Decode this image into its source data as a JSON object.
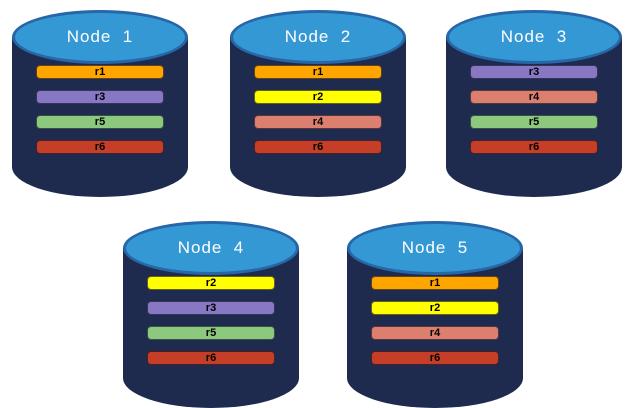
{
  "diagram": {
    "description": "Database replication diagram: five database node cylinders holding replica bars r1-r6",
    "colors": {
      "cylinder_body": "#1e2b4f",
      "cylinder_top_fill": "#3498d4",
      "cylinder_top_border": "#2766a7",
      "node_title_text": "#ffffff",
      "bar_text": "#000000",
      "replicas": {
        "r1": "#ffa500",
        "r2": "#ffff00",
        "r3": "#8878c3",
        "r4": "#dd7f6e",
        "r5": "#8cc87e",
        "r6": "#c53e28"
      }
    },
    "nodes": [
      {
        "label": "Node  1",
        "bars": [
          {
            "label": "r1",
            "color": "#ffa500"
          },
          {
            "label": "r3",
            "color": "#8878c3"
          },
          {
            "label": "r5",
            "color": "#8cc87e"
          },
          {
            "label": "r6",
            "color": "#c53e28"
          }
        ]
      },
      {
        "label": "Node  2",
        "bars": [
          {
            "label": "r1",
            "color": "#ffa500"
          },
          {
            "label": "r2",
            "color": "#ffff00"
          },
          {
            "label": "r4",
            "color": "#dd7f6e"
          },
          {
            "label": "r6",
            "color": "#c53e28"
          }
        ]
      },
      {
        "label": "Node  3",
        "bars": [
          {
            "label": "r3",
            "color": "#8878c3"
          },
          {
            "label": "r4",
            "color": "#dd7f6e"
          },
          {
            "label": "r5",
            "color": "#8cc87e"
          },
          {
            "label": "r6",
            "color": "#c53e28"
          }
        ]
      },
      {
        "label": "Node  4",
        "bars": [
          {
            "label": "r2",
            "color": "#ffff00"
          },
          {
            "label": "r3",
            "color": "#8878c3"
          },
          {
            "label": "r5",
            "color": "#8cc87e"
          },
          {
            "label": "r6",
            "color": "#c53e28"
          }
        ]
      },
      {
        "label": "Node  5",
        "bars": [
          {
            "label": "r1",
            "color": "#ffa500"
          },
          {
            "label": "r2",
            "color": "#ffff00"
          },
          {
            "label": "r4",
            "color": "#dd7f6e"
          },
          {
            "label": "r6",
            "color": "#c53e28"
          }
        ]
      }
    ]
  }
}
